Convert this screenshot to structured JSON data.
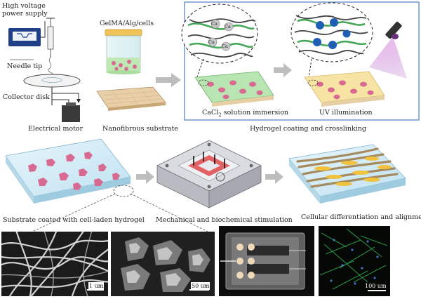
{
  "labels": {
    "high_voltage": "High voltage\npower supply",
    "needle_tip": "Needle tip",
    "collector_disk": "Collector disk",
    "electrical_motor": "Electrical motor",
    "gelma": "GelMA/Alg/cells",
    "nanofibrous_substrate": "Nanofibrous substrate",
    "cacl2_prefix": "CaCl",
    "cacl2_sub": "2",
    "cacl2_suffix": " solution immersion",
    "uv_illumination": "UV illumination",
    "hydrogel_coating": "Hydrogel coating and crosslinking",
    "substrate_coated": "Substrate coated with cell-laden hydrogel",
    "mech_bio": "Mechanical and biochemical stimulation",
    "cell_diff": "Cellular differentiation and alignment"
  },
  "ion_labels": [
    "Ca",
    "Ca",
    "Ca",
    "Ca"
  ],
  "scale_bars": {
    "sem1": "1 um",
    "sem2": "50 um",
    "fluor": "100 um"
  },
  "colors": {
    "accent_box": "#4a7fc1",
    "gel_green": "#b9e5b2",
    "cell_pink": "#d86a92",
    "uv_purple": "#c58bd3",
    "ca_blue": "#2167b7"
  }
}
